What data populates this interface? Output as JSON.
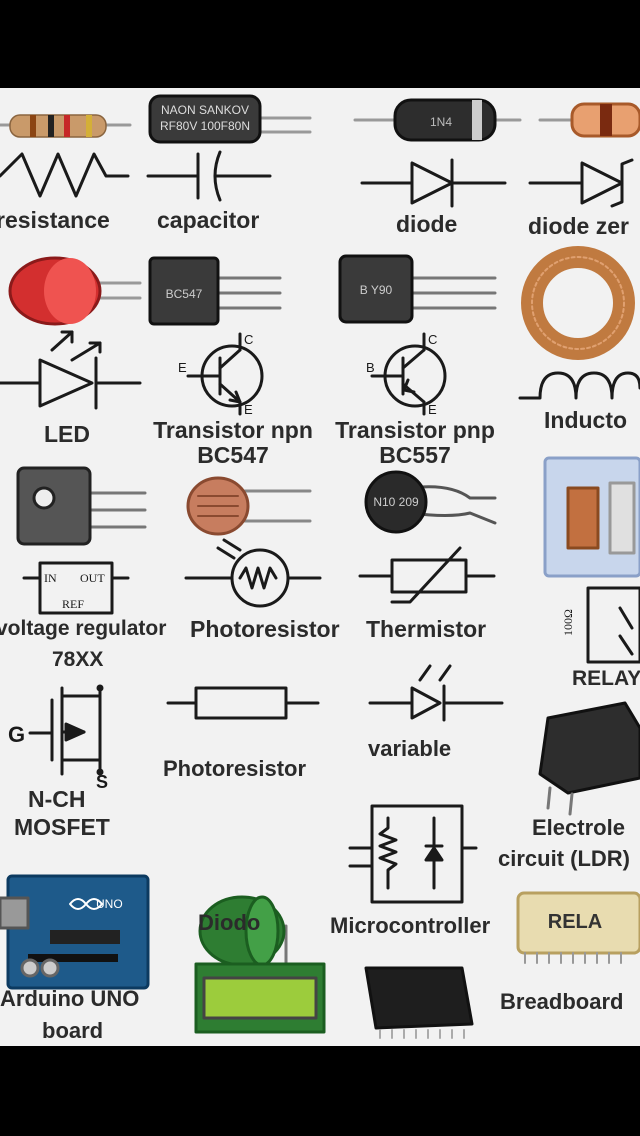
{
  "labels": {
    "resistance": "resistance",
    "capacitor": "capacitor",
    "diode": "diode",
    "diode_zener": "diode zer",
    "led": "LED",
    "npn_1": "Transistor npn",
    "npn_2": "BC547",
    "pnp_1": "Transistor pnp",
    "pnp_2": "BC557",
    "inductor": "Inducto",
    "vreg_1": "voltage regulator",
    "vreg_2": "78XX",
    "photoresistor": "Photoresistor",
    "thermistor": "Thermistor",
    "relay": "RELAY",
    "nch_1": "N-CH",
    "nch_2": "MOSFET",
    "photoresistor_alt": "Photoresistor",
    "variable": "variable",
    "electrolytic_1": "Electrole",
    "electrolytic_2": "circuit (LDR)",
    "diodo": "Diodo",
    "microcontroller": "Microcontroller",
    "arduino_1": "Arduino UNO",
    "arduino_2": "board",
    "breadboard": "Breadboard"
  },
  "symbol_text": {
    "cap_print_1": "NAON SANKOV",
    "cap_print_2": "RF80V 100F80N",
    "diode_print": "1N4",
    "transistor_print_1": "BC547",
    "transistor_print_2": "B Y90",
    "npn_c": "C",
    "npn_b": "E",
    "npn_e": "E",
    "pnp_c": "C",
    "pnp_b": "B",
    "pnp_e": "E",
    "thermistor_print": "N10 209",
    "vreg_in": "IN",
    "vreg_out": "OUT",
    "vreg_ref": "REF",
    "relay_coil": "100Ω",
    "mosfet_g": "G",
    "mosfet_s": "S",
    "arduino_print": "UNO",
    "relay_chip": "RELA"
  },
  "colors": {
    "background": "#f2f2f2",
    "frame": "#000000",
    "stroke": "#1a1a1a",
    "label": "#2b2b2b"
  }
}
